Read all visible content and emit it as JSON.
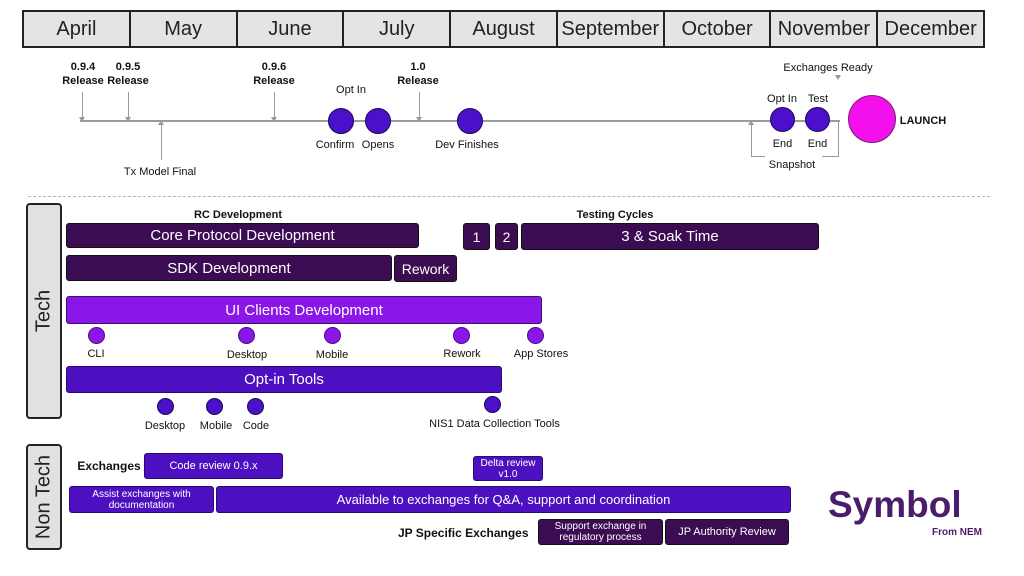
{
  "months": [
    "April",
    "May",
    "June",
    "July",
    "August",
    "September",
    "October",
    "November",
    "December"
  ],
  "milestones": {
    "r094": "0.9.4\nRelease",
    "r095": "0.9.5\nRelease",
    "r096": "0.9.6\nRelease",
    "r10": "1.0\nRelease",
    "tx_model": "Tx Model Final",
    "opt_in": "Opt In",
    "confirm": "Confirm",
    "opens": "Opens",
    "dev_finishes": "Dev Finishes",
    "exchanges_ready": "Exchanges Ready",
    "optin_end_top": "Opt In",
    "optin_end_bottom": "End",
    "test_top": "Test",
    "test_bottom": "End",
    "snapshot": "Snapshot",
    "launch": "LAUNCH"
  },
  "sections": {
    "tech": "Tech",
    "non_tech": "Non Tech"
  },
  "tech": {
    "rc_heading": "RC Development",
    "testing_heading": "Testing Cycles",
    "core": "Core Protocol Development",
    "sdk": "SDK Development",
    "rework": "Rework",
    "cycle1": "1",
    "cycle2": "2",
    "cycle3": "3 & Soak Time",
    "ui": "UI Clients Development",
    "ui_dots": [
      "CLI",
      "Desktop",
      "Mobile",
      "Rework",
      "App Stores"
    ],
    "optin_tools": "Opt-in Tools",
    "optin_dots": [
      "Desktop",
      "Mobile",
      "Code",
      "NIS1 Data Collection Tools"
    ]
  },
  "nontech": {
    "exchanges": "Exchanges",
    "code_review": "Code review 0.9.x",
    "delta_review": "Delta review\nv1.0",
    "assist": "Assist exchanges with\ndocumentation",
    "available": "Available to exchanges for Q&A, support and coordination",
    "jp_heading": "JP Specific Exchanges",
    "support_reg": "Support exchange in\nregulatory process",
    "jp_authority": "JP Authority Review"
  },
  "brand": {
    "logo": "Symbol",
    "from": "From NEM"
  },
  "colors": {
    "dark": "#3c0c52",
    "violet": "#8a16e8",
    "indigo": "#4d10c0",
    "launch": "#f211ea",
    "dot": "#4b10c9"
  }
}
